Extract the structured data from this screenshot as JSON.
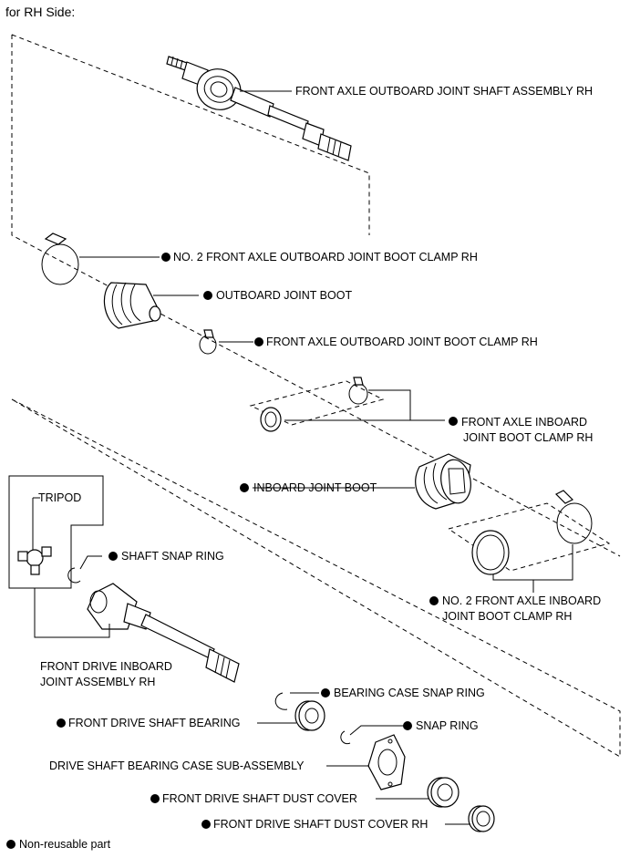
{
  "header": "for RH Side:",
  "legend": {
    "text": "Non-reusable part",
    "marker": "filled-circle"
  },
  "parts": {
    "outboard_shaft": "FRONT AXLE OUTBOARD JOINT SHAFT ASSEMBLY RH",
    "no2_outboard_clamp": "NO. 2 FRONT AXLE OUTBOARD JOINT BOOT CLAMP RH",
    "outboard_boot": "OUTBOARD JOINT BOOT",
    "outboard_clamp": "FRONT AXLE OUTBOARD JOINT BOOT CLAMP RH",
    "inboard_clamp_line1": "FRONT AXLE INBOARD",
    "inboard_clamp_line2": "JOINT BOOT CLAMP RH",
    "inboard_boot": "INBOARD JOINT BOOT",
    "no2_inboard_clamp_line1": "NO. 2 FRONT AXLE INBOARD",
    "no2_inboard_clamp_line2": "JOINT BOOT CLAMP RH",
    "tripod": "TRIPOD",
    "shaft_snap_ring": "SHAFT SNAP RING",
    "inboard_joint_line1": "FRONT DRIVE INBOARD",
    "inboard_joint_line2": "JOINT ASSEMBLY RH",
    "bearing_case_snap_ring": "BEARING CASE SNAP RING",
    "shaft_bearing": "FRONT DRIVE SHAFT BEARING",
    "snap_ring": "SNAP RING",
    "bearing_case": "DRIVE SHAFT BEARING CASE SUB-ASSEMBLY",
    "dust_cover": "FRONT DRIVE SHAFT DUST COVER",
    "dust_cover_rh": "FRONT DRIVE SHAFT DUST COVER RH"
  }
}
